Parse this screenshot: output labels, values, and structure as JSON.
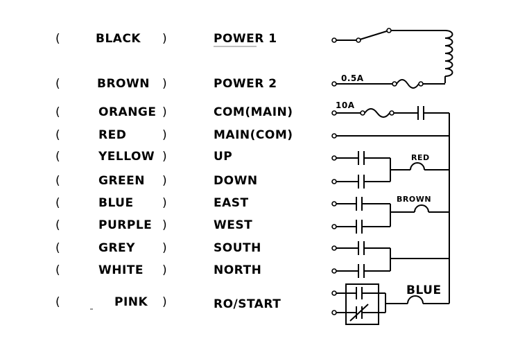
{
  "wires": [
    {
      "color": "BLACK",
      "function": "POWER 1"
    },
    {
      "color": "BROWN",
      "function": "POWER 2"
    },
    {
      "color": "ORANGE",
      "function": "COM(MAIN)"
    },
    {
      "color": "RED",
      "function": "MAIN(COM)"
    },
    {
      "color": "YELLOW",
      "function": "UP"
    },
    {
      "color": "GREEN",
      "function": "DOWN"
    },
    {
      "color": "BLUE",
      "function": "EAST"
    },
    {
      "color": "PURPLE",
      "function": "WEST"
    },
    {
      "color": "GREY",
      "function": "SOUTH"
    },
    {
      "color": "WHITE",
      "function": "NORTH"
    },
    {
      "color": "PINK",
      "function": "RO/START"
    }
  ],
  "paren_open": "(",
  "paren_close": ")",
  "schematic": {
    "fuse_small": "0.5A",
    "fuse_main": "10A",
    "lamp_1": "RED",
    "lamp_2": "BROWN",
    "lamp_3": "BLUE"
  }
}
